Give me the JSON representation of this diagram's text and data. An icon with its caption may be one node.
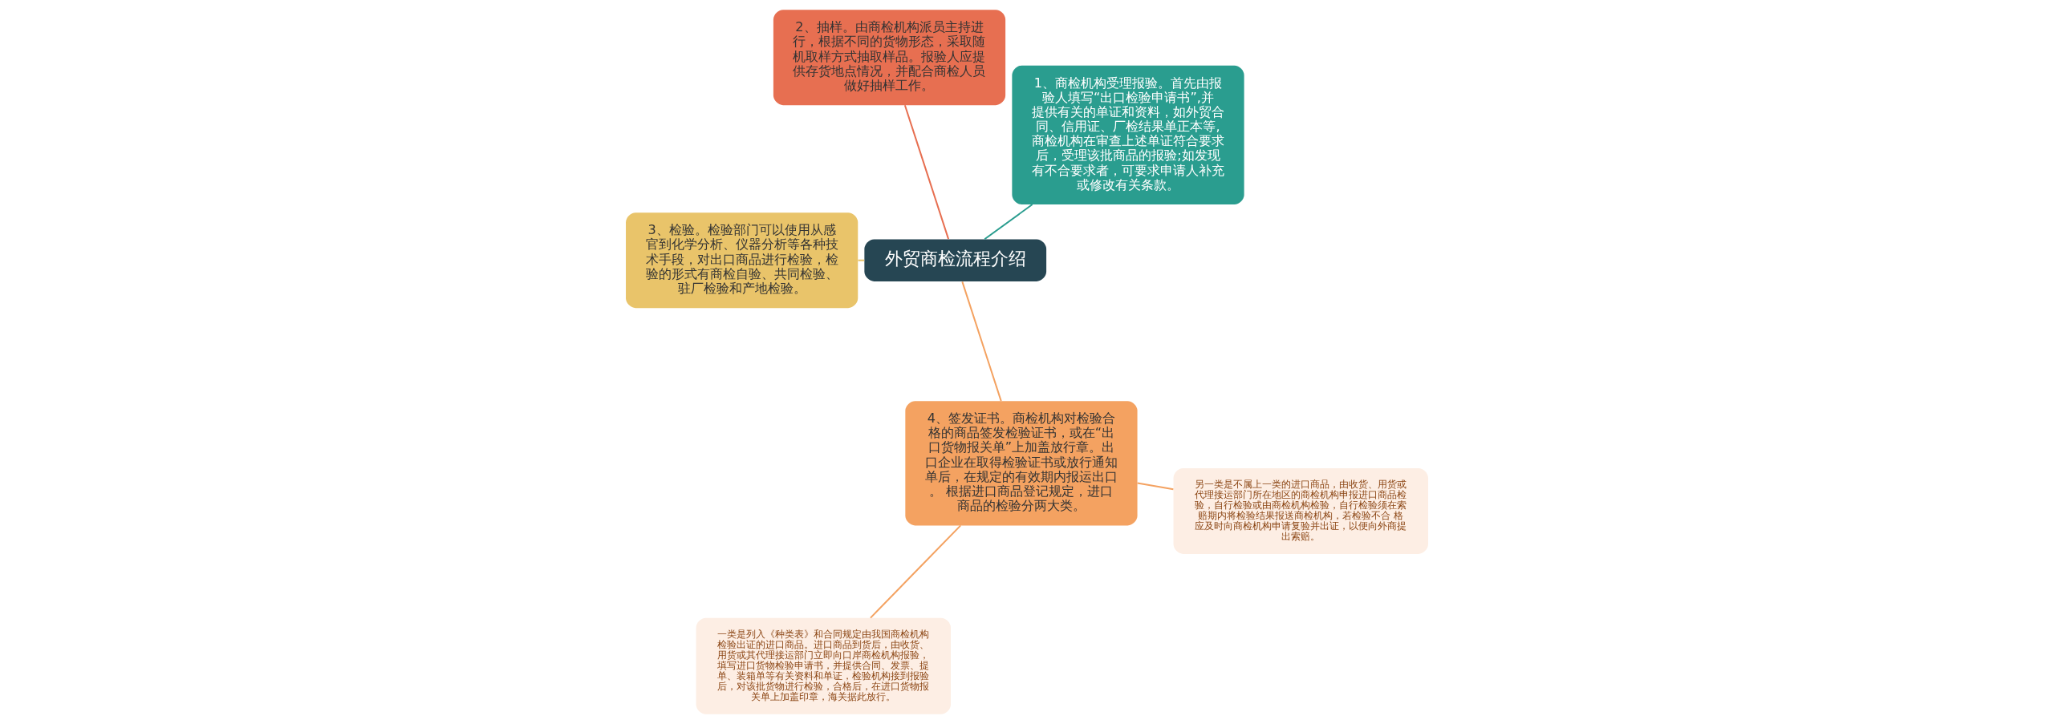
{
  "diagram": {
    "nodes": [
      {
        "text": [
          "外贸商检流程介绍"
        ]
      },
      {
        "text": [
          "1、商检机构受理报验。首先由报验人填写“出口检验申请书”,并提供有关的单证和资料，如外贸合同、信用证、厂检结果单正本等,商检机构在审查上述单证符合要求后，受理该批商品的报验;如发现有不合要求者，可要求申请人补充或修改有关条款。"
        ]
      },
      {
        "text": [
          "2、抽样。由商检机构派员主持进行，根据不同的货物形态，采取随机取样方式抽取样品。报验人应提供存货地点情况，并配合商检人员做好抽样工作。"
        ]
      },
      {
        "text": [
          "3、检验。检验部门可以使用从感官到化学分析、仪器分析等各种技术手段，对出口商品进行检验，检验的形式有商检自验、共同检验、驻厂检验和产地检验。"
        ]
      },
      {
        "text": [
          "4、签发证书。商检机构对检验合格的商品签发检验证书，或在“出口货物报关单”上加盖放行章。出口企业在取得检验证书或放行通知单后，在规定的有效期内报运出口。 根据进口商品登记规定，进口商品的检验分两大类。"
        ]
      },
      {
        "text": [
          "一类是列入《种类表》和合同规定由我国商检机构检验出证的进口商品。进口商品到货后，由收货、用货或其代理接运部门立即向口岸商检机构报验，填写进口货物检验申请书，并提供合同、发票、提单、装箱单等有关资料和单证，检验机构接到报验后，对该批货物进行检验，合格后，在进口货物报关单上加盖印章，海关据此放行。"
        ]
      },
      {
        "text": [
          "另一类是不属上一类的进口商品，由收货、用货或代理接运部门所在地区的商检机构申报进口商品检验，自行检验或由商检机构检验，自行检验须在索赔期内将检验结果报送商检机构，若检验不合 格应及时向商检机构申请复验并出证，以便向外商提出索赔。"
        ]
      }
    ],
    "edges": [
      {
        "from": 0,
        "to": 1,
        "arrow": "none",
        "color": "#2a9d8f"
      },
      {
        "from": 0,
        "to": 2,
        "arrow": "none",
        "color": "#e76f51"
      },
      {
        "from": 0,
        "to": 3,
        "arrow": "none",
        "color": "#e9c46a"
      },
      {
        "from": 0,
        "to": 4,
        "arrow": "none",
        "color": "#f4a261"
      },
      {
        "from": 4,
        "to": 5,
        "arrow": "none",
        "color": "#f4a261"
      },
      {
        "from": 4,
        "to": 6,
        "arrow": "none",
        "color": "#f4a261"
      }
    ]
  }
}
